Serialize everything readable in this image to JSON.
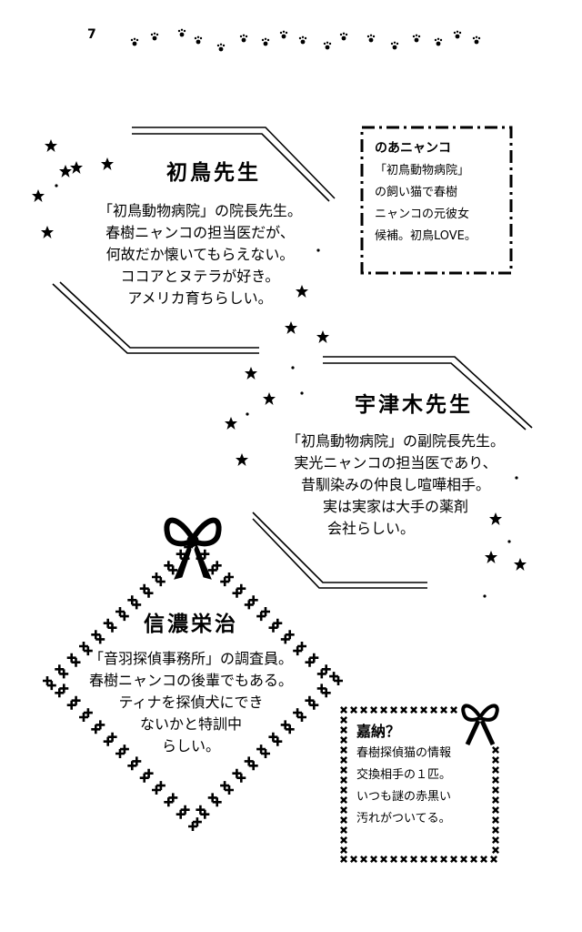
{
  "page_number": "7",
  "hatsushima": {
    "name": "初鳥先生",
    "lines": [
      "「初鳥動物病院」の院長先生。",
      "春樹ニャンコの担当医だが、",
      "何故だか懐いてもらえない。",
      "ココアとヌテラが好き。",
      "アメリカ育ちらしい。"
    ]
  },
  "noa": {
    "title": "のあニャンコ",
    "lines": [
      "「初鳥動物病院」",
      "の飼い猫で春樹",
      "ニャンコの元彼女",
      "候補。初鳥LOVE。"
    ]
  },
  "utsugi": {
    "name": "宇津木先生",
    "lines": [
      "「初鳥動物病院」の副院長先生。",
      "実光ニャンコの担当医であり、",
      "昔馴染みの仲良し喧嘩相手。",
      "実は実家は大手の薬剤",
      "会社らしい。"
    ]
  },
  "shinano": {
    "name": "信濃栄治",
    "lines": [
      "「音羽探偵事務所」の調査員。",
      "春樹ニャンコの後輩でもある。",
      "ティナを探偵犬にでき",
      "ないかと特訓中",
      "らしい。"
    ]
  },
  "kanou": {
    "title": "嘉納？",
    "lines": [
      "春樹探偵猫の情報",
      "交換相手の１匹。",
      "いつも謎の赤黒い",
      "汚れがついてる。"
    ]
  }
}
